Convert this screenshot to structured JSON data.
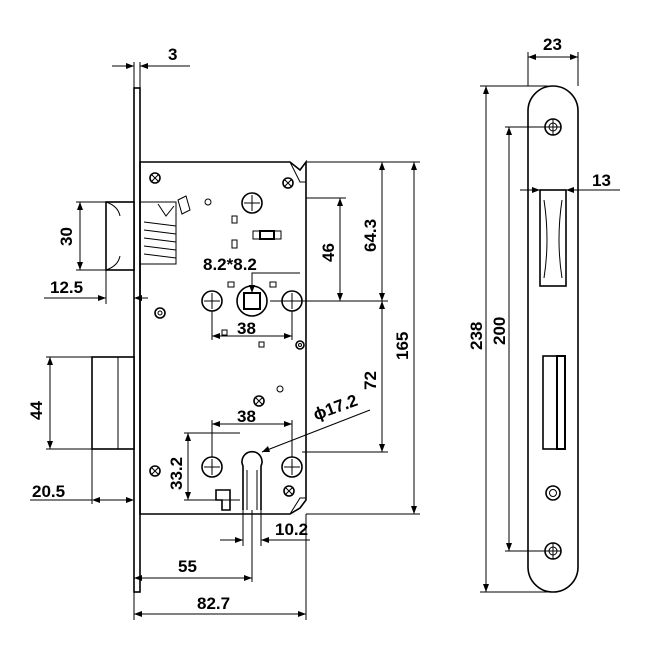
{
  "dimensions": {
    "front_plate_thickness": "3",
    "latch_height": "30",
    "latch_projection": "12.5",
    "deadbolt_height": "44",
    "deadbolt_projection": "20.5",
    "spindle_square": "8.2*8.2",
    "spindle_to_latch_center": "46",
    "spindle_to_top": "64.3",
    "spindle_to_cylinder": "72",
    "case_height": "165",
    "spindle_hole_spacing": "38",
    "cylinder_hole_spacing": "38",
    "cylinder_diameter": "ϕ17.2",
    "cylinder_height": "33.2",
    "cylinder_width": "10.2",
    "backset": "55",
    "case_depth": "82.7",
    "faceplate_width": "23",
    "faceplate_length": "238",
    "faceplate_screw_spacing": "200",
    "faceplate_slot_offset": "13"
  }
}
